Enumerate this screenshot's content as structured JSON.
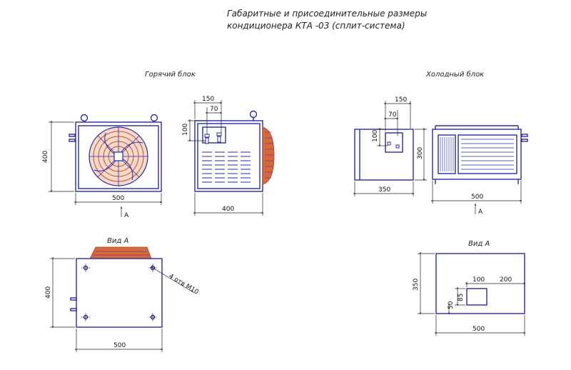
{
  "title": {
    "line1": "Габаритные и присоединительные размеры",
    "line2": "кондиционера КТА -03 (сплит-система)"
  },
  "hot_block": {
    "label": "Горячий блок",
    "front": {
      "width": "500",
      "height": "400",
      "arrow": "A"
    },
    "side": {
      "width": "400",
      "dim_150": "150",
      "dim_70": "70",
      "dim_100": "100"
    }
  },
  "cold_block": {
    "label": "Холодный блок",
    "side": {
      "width": "350",
      "height": "300",
      "dim_150": "150",
      "dim_70": "70",
      "dim_100": "100"
    },
    "front": {
      "width": "500",
      "arrow": "A"
    }
  },
  "hot_view_a": {
    "label": "Вид А",
    "width": "500",
    "height": "400",
    "bolts": "4 отв M10"
  },
  "cold_view_a": {
    "label": "Вид А",
    "width": "500",
    "height": "350",
    "dim_100": "100",
    "dim_200": "200",
    "dim_50": "50",
    "dim_85": "85"
  },
  "colors": {
    "outline": "#2a2aa0",
    "fan": "#c8502a",
    "dimension": "#222222"
  }
}
